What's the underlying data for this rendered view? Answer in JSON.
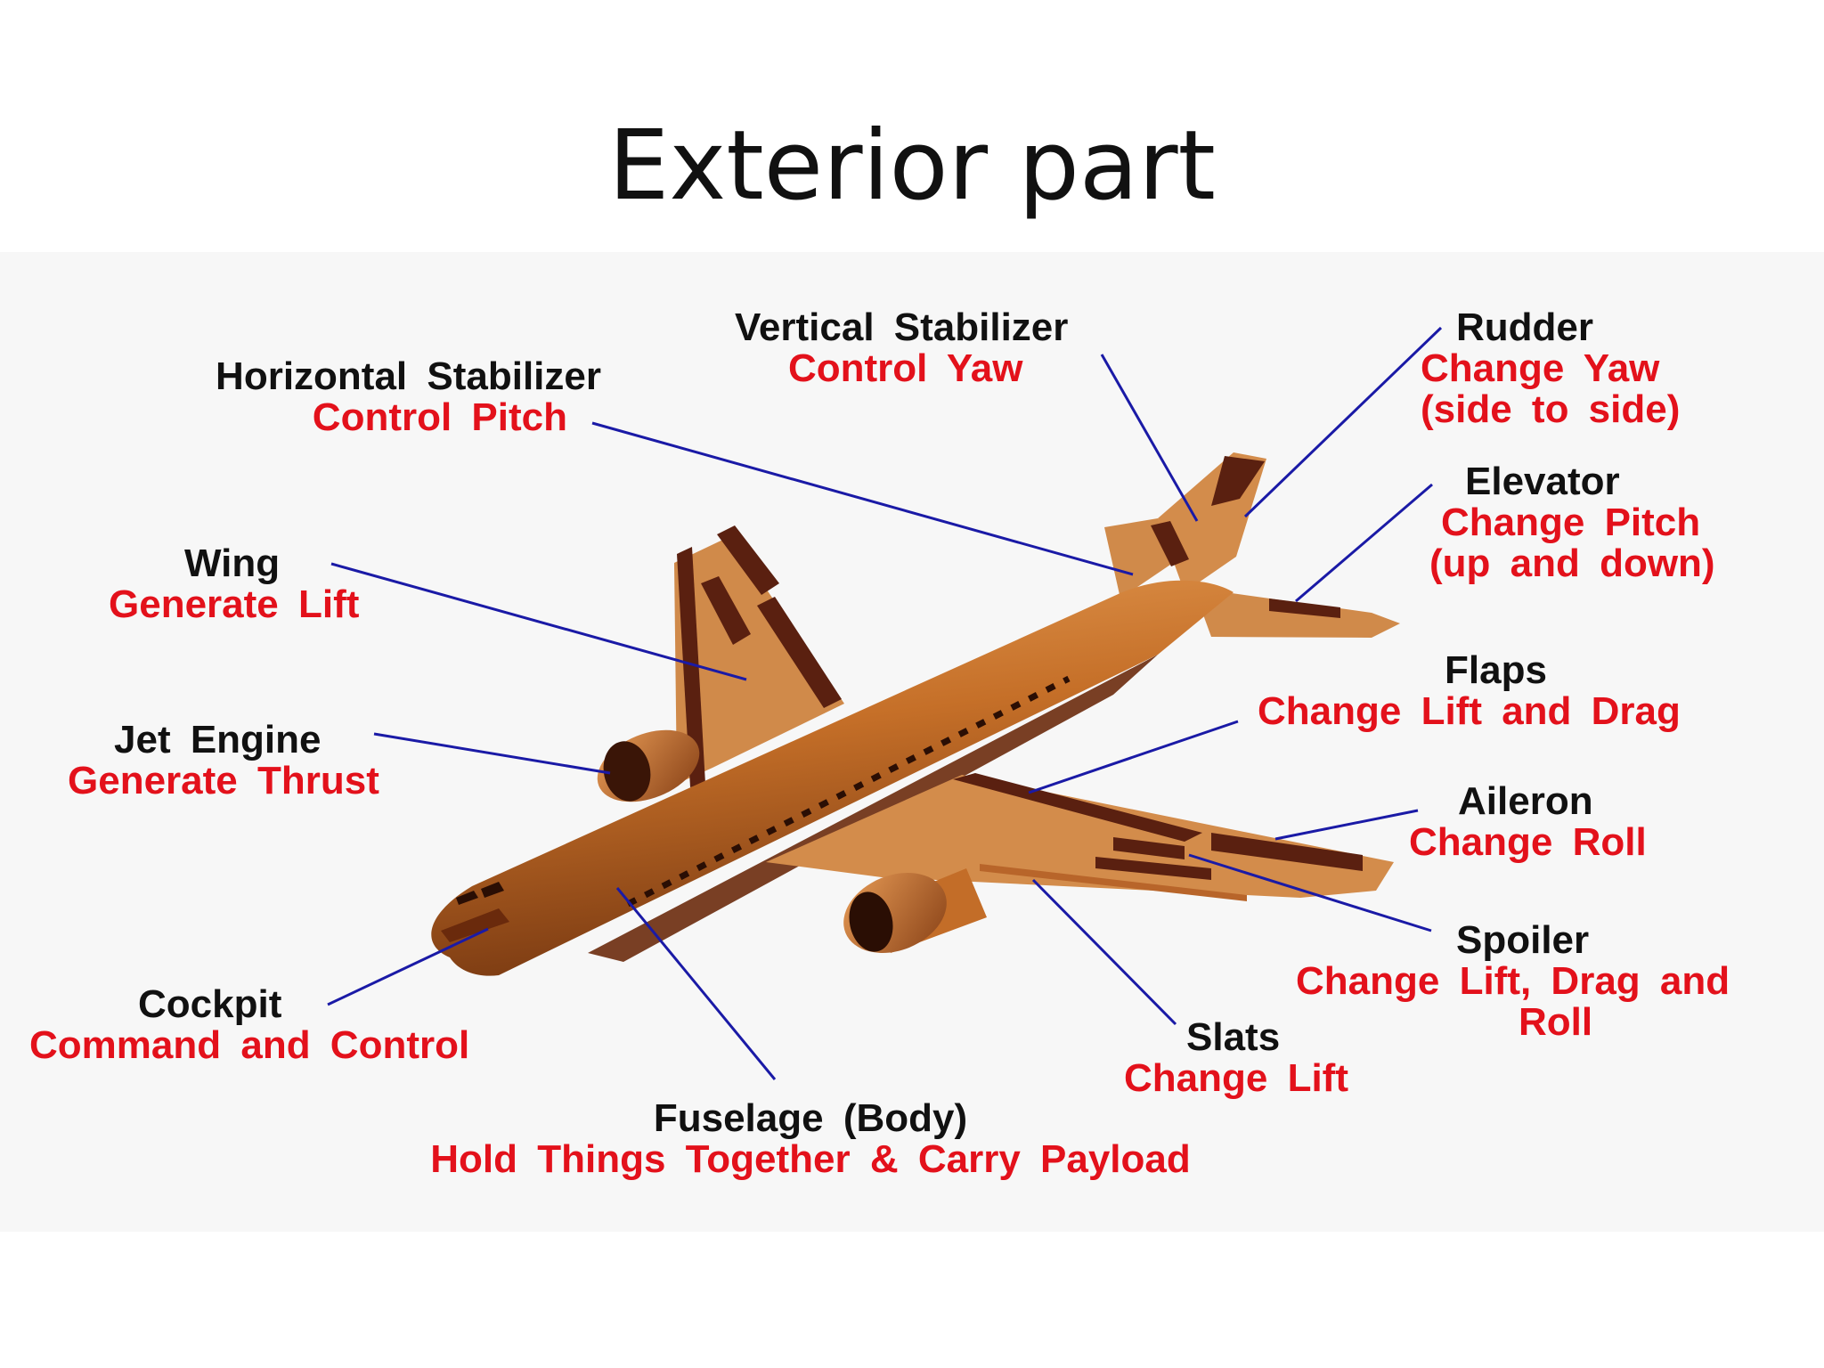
{
  "title": "Exterior part",
  "colors": {
    "part_name": "#111111",
    "part_function": "#e3111b",
    "leader_line": "#1a1aa6",
    "airframe": "#c87630",
    "airframe_dark": "#5a2010"
  },
  "parts": {
    "horizontal_stabilizer": {
      "name": "Horizontal Stabilizer",
      "function": "Control Pitch"
    },
    "vertical_stabilizer": {
      "name": "Vertical Stabilizer",
      "function": "Control Yaw"
    },
    "rudder": {
      "name": "Rudder",
      "function": "Change Yaw",
      "function_2": "(side to side)"
    },
    "elevator": {
      "name": "Elevator",
      "function": "Change Pitch",
      "function_2": "(up and down)"
    },
    "wing": {
      "name": "Wing",
      "function": "Generate Lift"
    },
    "flaps": {
      "name": "Flaps",
      "function": "Change Lift and Drag"
    },
    "jet_engine": {
      "name": "Jet Engine",
      "function": "Generate Thrust"
    },
    "aileron": {
      "name": "Aileron",
      "function": "Change Roll"
    },
    "spoiler": {
      "name": "Spoiler",
      "function": "Change Lift, Drag and",
      "function_2": "Roll"
    },
    "cockpit": {
      "name": "Cockpit",
      "function": "Command and Control"
    },
    "slats": {
      "name": "Slats",
      "function": "Change Lift"
    },
    "fuselage": {
      "name": "Fuselage (Body)",
      "function": "Hold Things Together & Carry Payload"
    }
  }
}
